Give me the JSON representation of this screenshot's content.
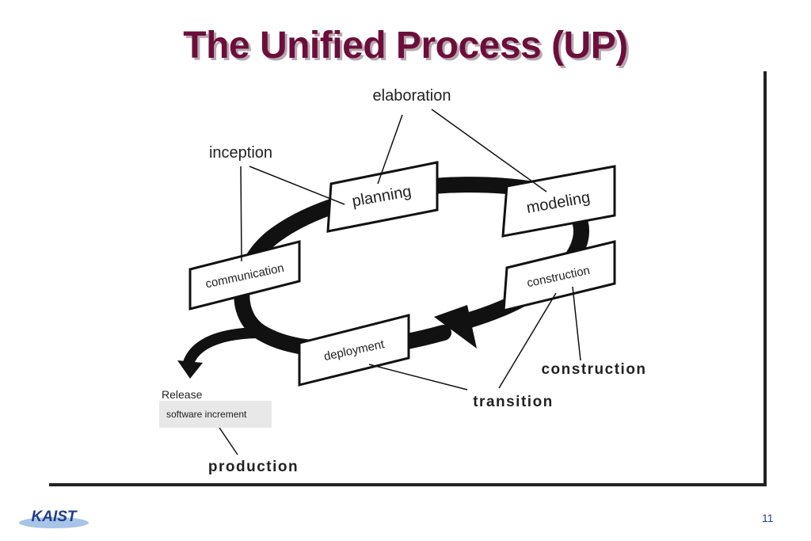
{
  "title": "The Unified Process (UP)",
  "phases": {
    "inception": "inception",
    "elaboration": "elaboration",
    "construction": "construction",
    "transition": "transition",
    "production": "production"
  },
  "activities": {
    "communication": "communication",
    "planning": "planning",
    "modeling": "modeling",
    "construction": "construction",
    "deployment": "deployment"
  },
  "release": {
    "label": "Release",
    "increment": "software increment"
  },
  "footer": {
    "logo_text": "KAIST",
    "page_number": "11"
  },
  "colors": {
    "title": "#6b0f3a",
    "logo": "#1f3c8a",
    "page_number": "#2a3f9a"
  }
}
